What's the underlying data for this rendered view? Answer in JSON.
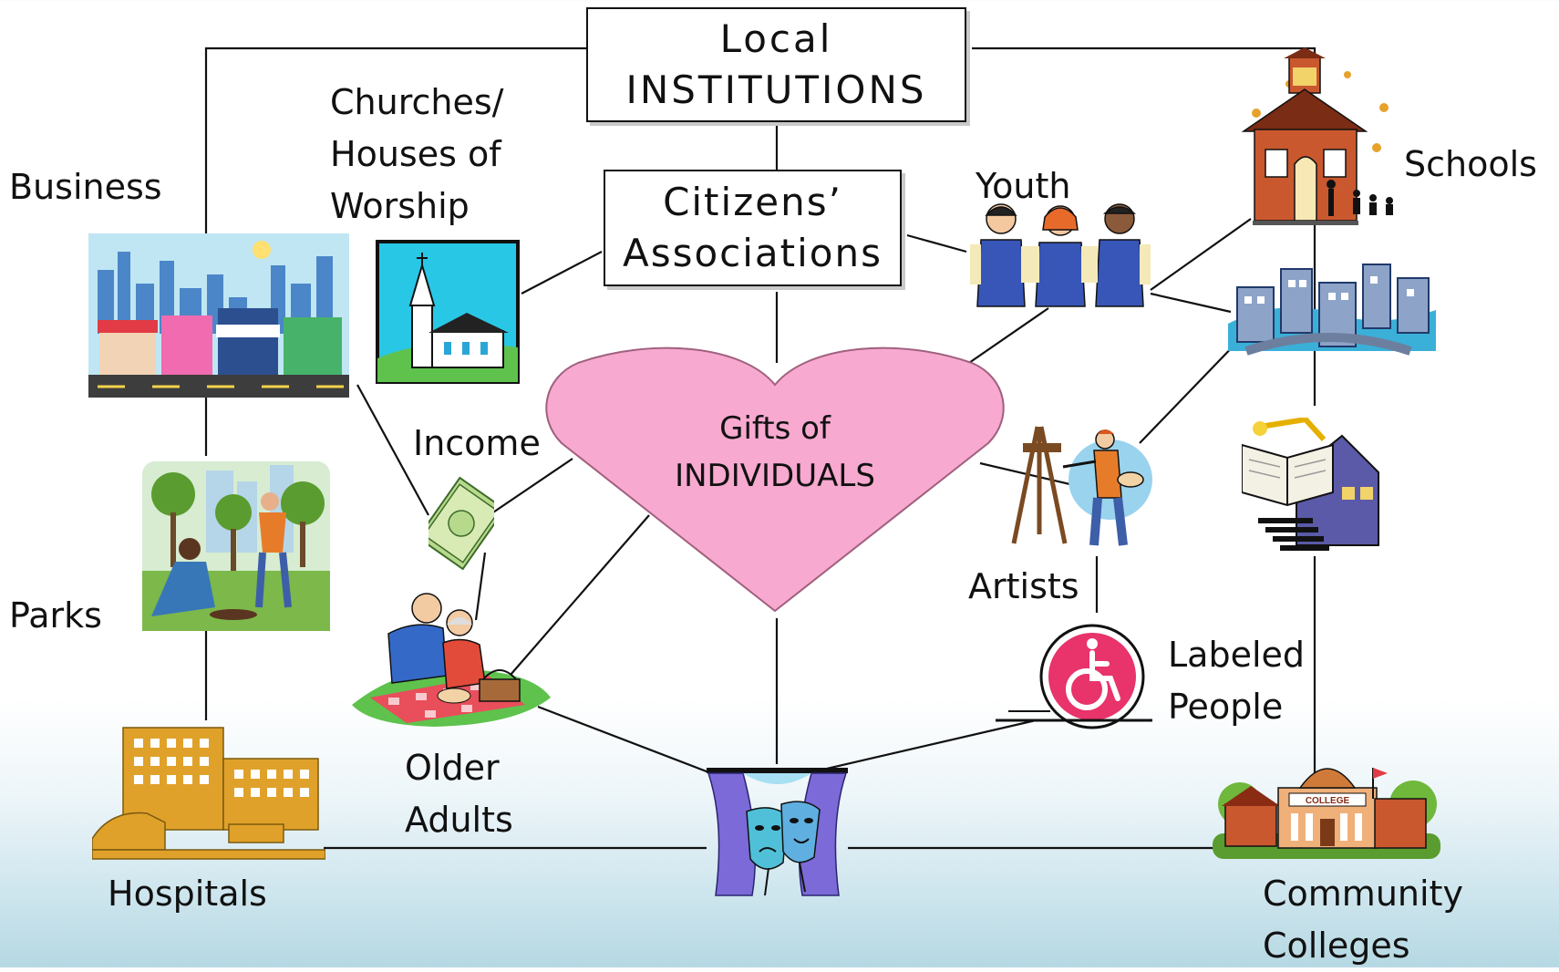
{
  "title": {
    "line1": "Local",
    "line2": "INSTITUTIONS"
  },
  "associations": {
    "line1": "Citizens’",
    "line2": "Associations"
  },
  "center": {
    "line1": "Gifts of",
    "line2": "INDIVIDUALS"
  },
  "labels": {
    "business": "Business",
    "churches": [
      "Churches/",
      "Houses of",
      "Worship"
    ],
    "youth": "Youth",
    "schools": "Schools",
    "income": "Income",
    "parks": "Parks",
    "artists": "Artists",
    "labeled": [
      "Labeled",
      "People"
    ],
    "older": [
      "Older",
      "Adults"
    ],
    "hospitals": "Hospitals",
    "colleges": [
      "Community",
      "Colleges"
    ]
  },
  "icons": {
    "college_sign": "COLLEGE",
    "wheelchair": "♿"
  },
  "colors": {
    "heart_fill": "#f7a9cf",
    "heart_stroke": "#a0607e",
    "line": "#111111",
    "wheelchair_bg": "#e8336b"
  }
}
